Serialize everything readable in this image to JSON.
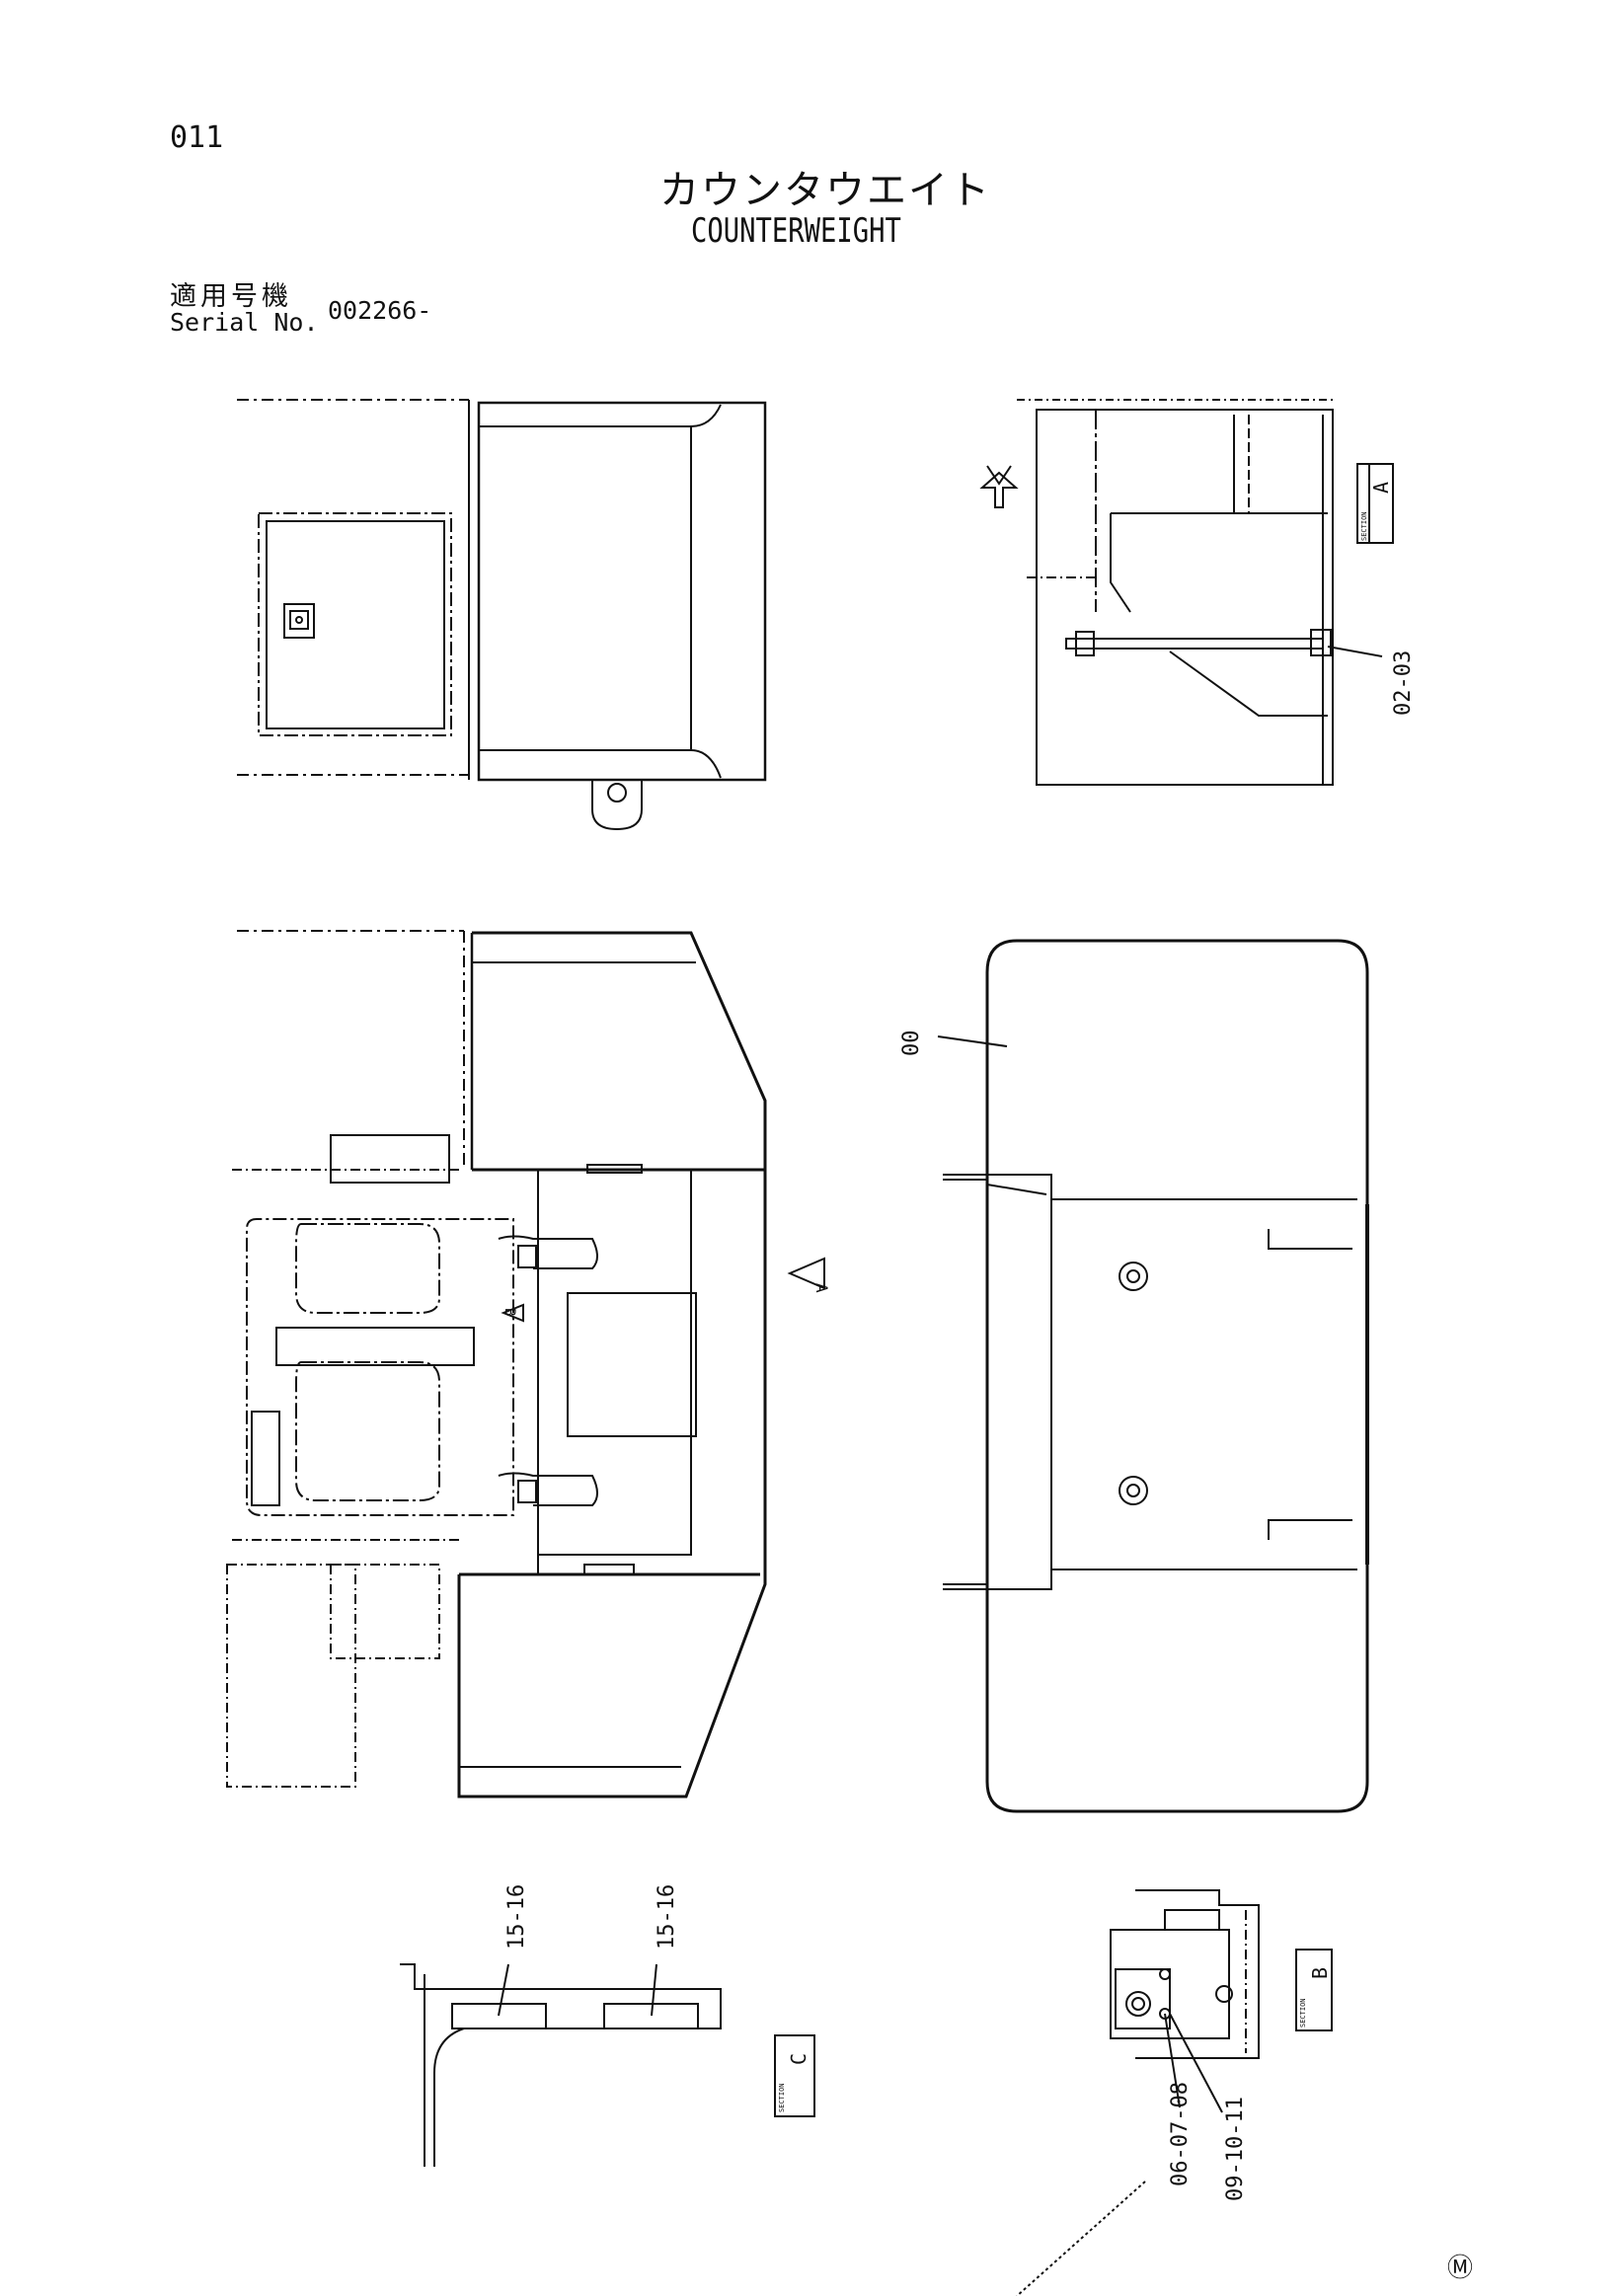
{
  "page_number": "011",
  "title": {
    "japanese": "カウンタウエイト",
    "english": "COUNTERWEIGHT"
  },
  "serial": {
    "label_jp": "適用号機",
    "label_en": "Serial No.",
    "value": "002266-"
  },
  "callouts": {
    "part_00": "00",
    "part_02_03": "02-03",
    "part_06_07_08": "06-07-08",
    "part_09_10_11": "09-10-11",
    "part_15_16_left": "15-16",
    "part_15_16_right": "15-16"
  },
  "sections": {
    "a": "A",
    "b": "B",
    "c": "C",
    "word": "SECTION"
  },
  "view_arrows": {
    "a": "A",
    "b": "B"
  },
  "corner_mark": "Ⓜ"
}
